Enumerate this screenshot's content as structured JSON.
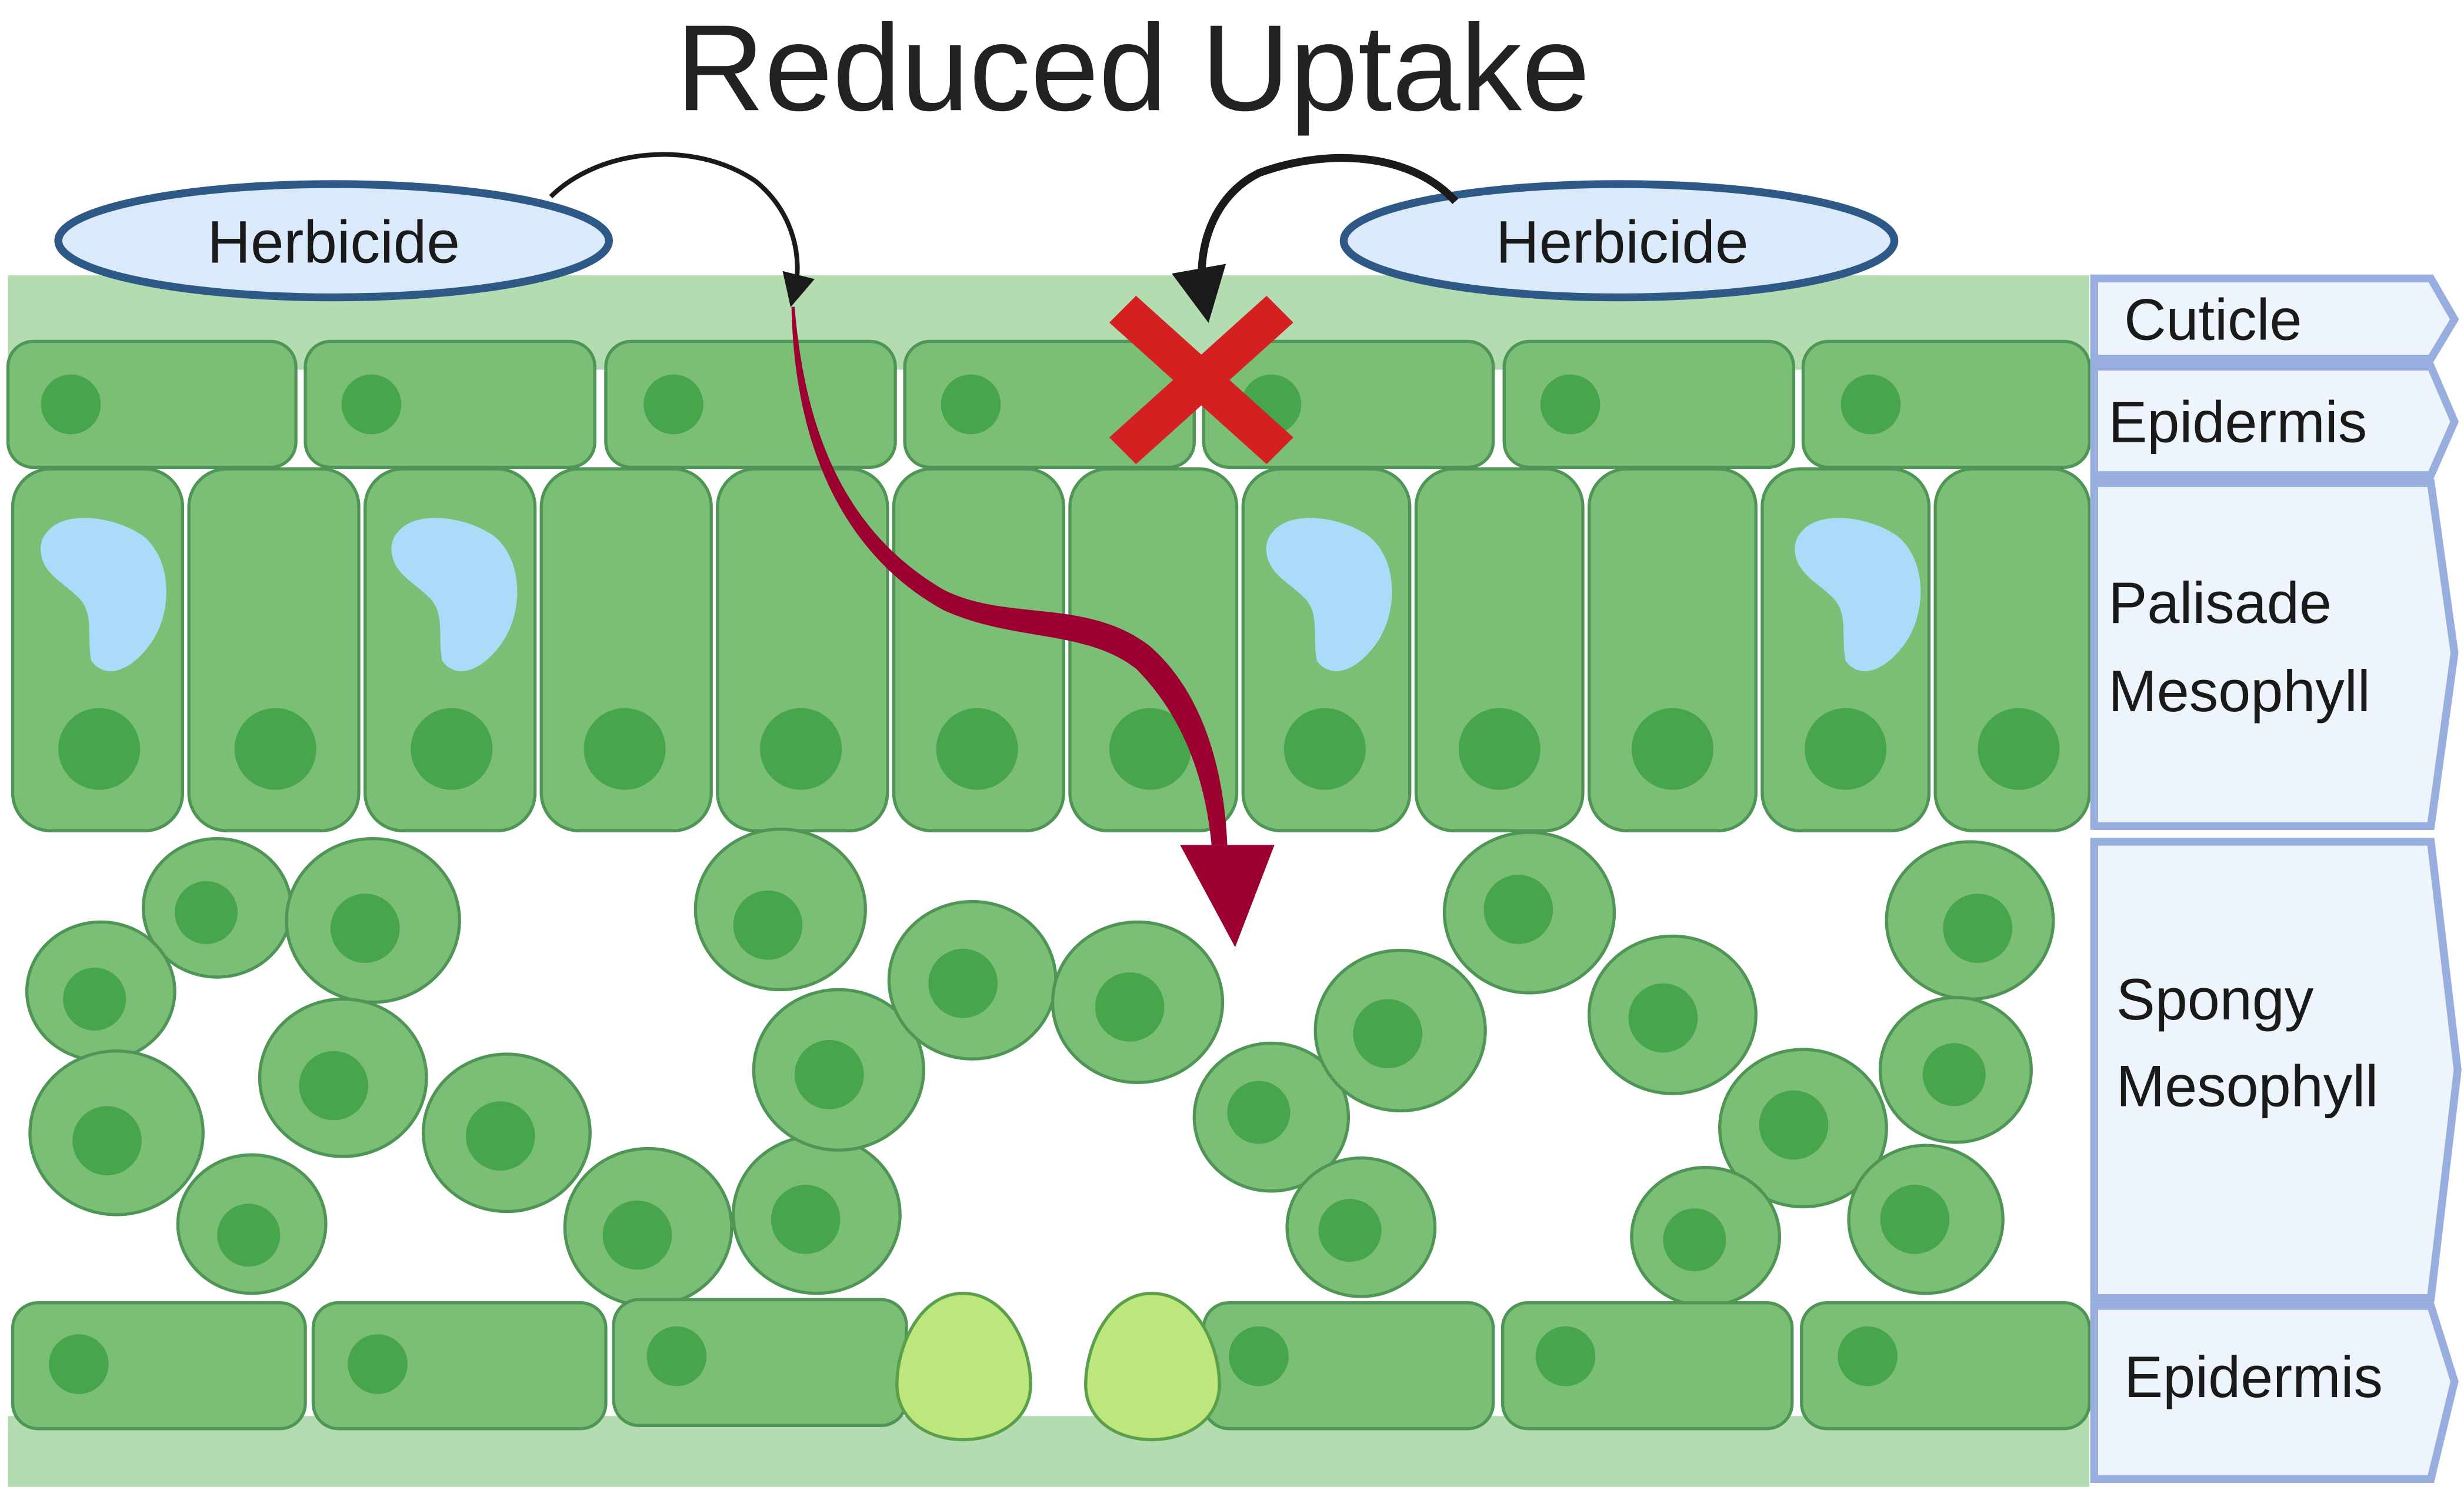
{
  "title": "Reduced Uptake",
  "herbicide_left": "Herbicide",
  "herbicide_right": "Herbicide",
  "layers": {
    "cuticle": "Cuticle",
    "epidermis_top": "Epidermis",
    "palisade_line1": "Palisade",
    "palisade_line2": "Mesophyll",
    "spongy_line1": "Spongy",
    "spongy_line2": "Mesophyll",
    "epidermis_bottom": "Epidermis"
  },
  "colors": {
    "cuticle": "#b3dcb0",
    "cell_fill": "#7bbf76",
    "cell_stroke": "#4e9556",
    "nucleus": "#47a54b",
    "vacuole": "#aadcfa",
    "guard_cell": "#bde67d",
    "uptake_arrow": "#9b0030",
    "blocked_x": "#d42020",
    "label_box": "#eef4fb",
    "label_stroke": "#98aede",
    "herbicide_fill": "#dbeafa",
    "herbicide_stroke": "#2e5986"
  }
}
